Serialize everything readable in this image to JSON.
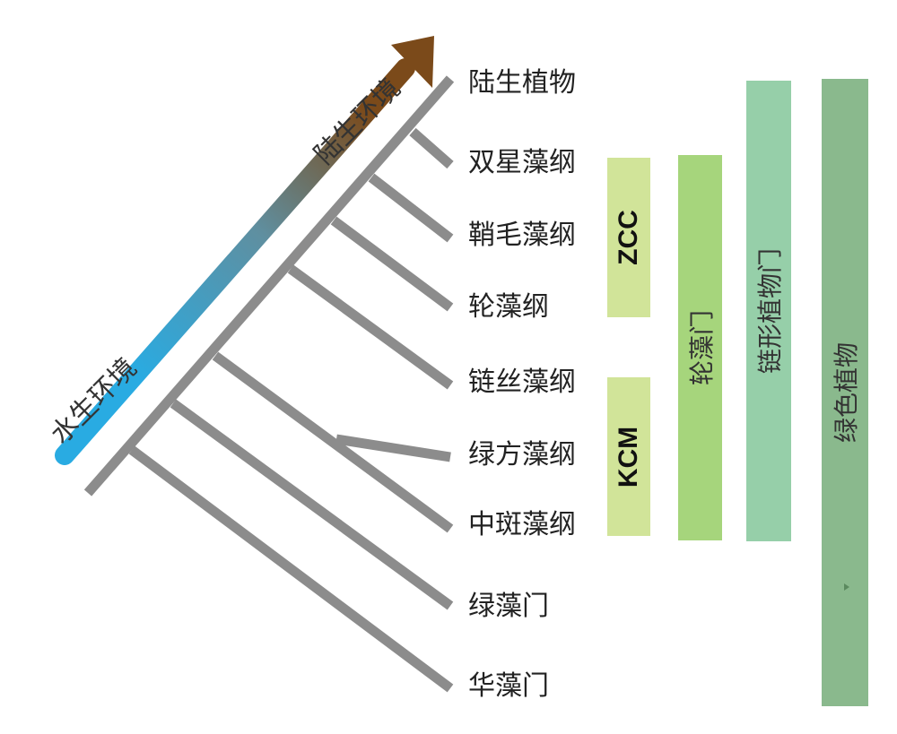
{
  "environment": {
    "start_label": "水生环境",
    "end_label": "陆生环境",
    "gradient_start": "#29abe2",
    "gradient_end": "#7b4a1a"
  },
  "tree": {
    "line_color": "#8c8c8c",
    "taxa": [
      {
        "label": "陆生植物"
      },
      {
        "label": "双星藻纲"
      },
      {
        "label": "鞘毛藻纲"
      },
      {
        "label": "轮藻纲"
      },
      {
        "label": "链丝藻纲"
      },
      {
        "label": "绿方藻纲"
      },
      {
        "label": "中斑藻纲"
      },
      {
        "label": "绿藻门"
      },
      {
        "label": "华藻门"
      }
    ]
  },
  "groups": [
    {
      "label": "ZCC",
      "color": "#d1e499"
    },
    {
      "label": "KCM",
      "color": "#d1e499"
    },
    {
      "label": "轮藻门",
      "color": "#a6d57c"
    },
    {
      "label": "链形植物门",
      "color": "#96cfa9"
    },
    {
      "label": "绿色植物",
      "color": "#8ab98d"
    }
  ]
}
